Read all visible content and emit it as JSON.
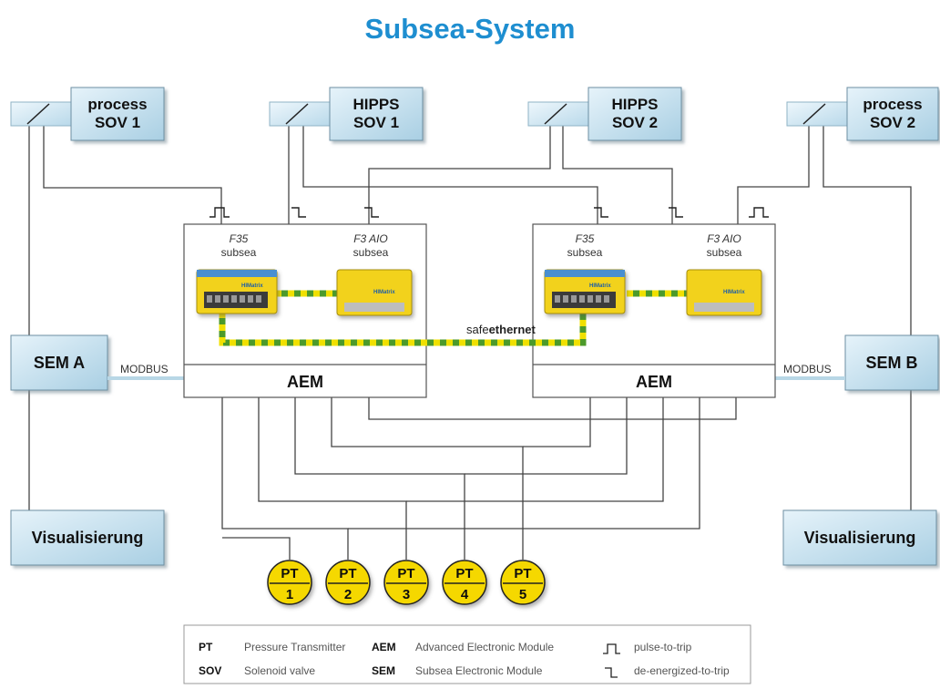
{
  "title": "Subsea-System",
  "valves": {
    "process1": {
      "line1": "process",
      "line2": "SOV 1"
    },
    "hipps1": {
      "line1": "HIPPS",
      "line2": "SOV 1"
    },
    "hipps2": {
      "line1": "HIPPS",
      "line2": "SOV 2"
    },
    "process2": {
      "line1": "process",
      "line2": "SOV 2"
    }
  },
  "sem_a": "SEM A",
  "sem_b": "SEM B",
  "visualisation_left": "Visualisierung",
  "visualisation_right": "Visualisierung",
  "modbus_left": "MODBUS",
  "modbus_right": "MODBUS",
  "module_left": {
    "f35_name": "F35",
    "f35_sub": "subsea",
    "aio_name": "F3 AIO",
    "aio_sub": "subsea",
    "aem": "AEM"
  },
  "module_right": {
    "f35_name": "F35",
    "f35_sub": "subsea",
    "aio_name": "F3 AIO",
    "aio_sub": "subsea",
    "aem": "AEM"
  },
  "safe_ethernet": {
    "prefix": "safe",
    "bold": "ethernet"
  },
  "device_brand": "HIMatrix",
  "pressure_transmitters": [
    {
      "label": "PT",
      "num": "1"
    },
    {
      "label": "PT",
      "num": "2"
    },
    {
      "label": "PT",
      "num": "3"
    },
    {
      "label": "PT",
      "num": "4"
    },
    {
      "label": "PT",
      "num": "5"
    }
  ],
  "legend": {
    "pt_key": "PT",
    "pt_val": "Pressure Transmitter",
    "sov_key": "SOV",
    "sov_val": "Solenoid valve",
    "aem_key": "AEM",
    "aem_val": "Advanced Electronic Module",
    "sem_key": "SEM",
    "sem_val": "Subsea Electronic Module",
    "ptt_val": "pulse-to-trip",
    "det_val": "de-energized-to-trip"
  },
  "colors": {
    "title": "#1e8ed0",
    "box_fill": "#bcdcec",
    "pt_fill": "#f5d800",
    "cable_green": "#4c9a2a",
    "cable_yellow": "#f0e000",
    "device_yellow": "#f2d21a"
  }
}
